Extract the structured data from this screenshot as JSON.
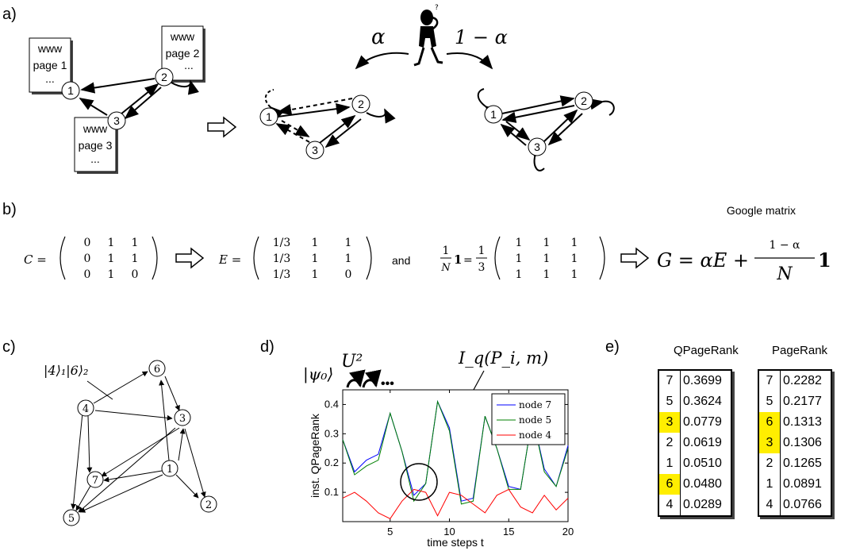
{
  "panels": {
    "a": "a)",
    "b": "b)",
    "c": "c)",
    "d": "d)",
    "e": "e)"
  },
  "panel_a": {
    "www": "www",
    "page1": "page 1",
    "page2": "page 2",
    "page3": "page 3",
    "ellipsis": "...",
    "n1": "1",
    "n2": "2",
    "n3": "3",
    "alpha": "α",
    "one_minus_alpha": "1 − α",
    "figure_icon": "thinking-person-icon"
  },
  "panel_b": {
    "google_matrix": "Google matrix",
    "C_label": "C =",
    "C": [
      [
        "0",
        "1",
        "1"
      ],
      [
        "0",
        "1",
        "1"
      ],
      [
        "0",
        "1",
        "0"
      ]
    ],
    "E_label": "E =",
    "E": [
      [
        "1/3",
        "1",
        "1"
      ],
      [
        "1/3",
        "1",
        "1"
      ],
      [
        "1/3",
        "1",
        "0"
      ]
    ],
    "and": "and",
    "frac_N_left": "1",
    "frac_N_den": "N",
    "bold_one": "1",
    "eq": "=",
    "frac3_num": "1",
    "frac3_den": "3",
    "ones": [
      [
        "1",
        "1",
        "1"
      ],
      [
        "1",
        "1",
        "1"
      ],
      [
        "1",
        "1",
        "1"
      ]
    ],
    "G_label": "G = αE +",
    "G_num": "1 − α",
    "G_den": "N",
    "G_one": "1"
  },
  "panel_c": {
    "label": "|4⟩₁|6⟩₂",
    "nodes": [
      "1",
      "2",
      "3",
      "4",
      "5",
      "6",
      "7"
    ]
  },
  "panel_d": {
    "psi": "|ψ₀⟩",
    "U2": "U²",
    "dots": "•••",
    "Iq": "I_q(P_i, m)"
  },
  "chart_data": {
    "type": "line",
    "xlabel": "time steps t",
    "ylabel": "inst. QPageRank",
    "xlim": [
      1,
      20
    ],
    "ylim": [
      0,
      0.45
    ],
    "xticks": [
      "5",
      "10",
      "15",
      "20"
    ],
    "yticks": [
      "0.1",
      "0.2",
      "0.3",
      "0.4"
    ],
    "legend_position": "top-right",
    "x": [
      1,
      2,
      3,
      4,
      5,
      6,
      7,
      8,
      9,
      10,
      11,
      12,
      13,
      14,
      15,
      16,
      17,
      18,
      19,
      20
    ],
    "series": [
      {
        "name": "node 7",
        "color": "#0000ff",
        "values": [
          0.28,
          0.17,
          0.21,
          0.23,
          0.37,
          0.24,
          0.09,
          0.13,
          0.41,
          0.32,
          0.07,
          0.08,
          0.36,
          0.25,
          0.12,
          0.11,
          0.36,
          0.18,
          0.12,
          0.26
        ]
      },
      {
        "name": "node 5",
        "color": "#008000",
        "values": [
          0.28,
          0.16,
          0.19,
          0.21,
          0.37,
          0.24,
          0.07,
          0.13,
          0.41,
          0.31,
          0.06,
          0.07,
          0.36,
          0.25,
          0.11,
          0.11,
          0.36,
          0.17,
          0.12,
          0.25
        ]
      },
      {
        "name": "node 4",
        "color": "#ff0000",
        "values": [
          0.08,
          0.1,
          0.07,
          0.03,
          0.01,
          0.07,
          0.11,
          0.1,
          0.02,
          0.1,
          0.09,
          0.06,
          0.03,
          0.09,
          0.11,
          0.05,
          0.03,
          0.09,
          0.04,
          0.08
        ]
      }
    ]
  },
  "panel_e": {
    "qpr_title": "QPageRank",
    "pr_title": "PageRank",
    "qpr": [
      {
        "rank": "7",
        "value": "0.3699",
        "hl": false
      },
      {
        "rank": "5",
        "value": "0.3624",
        "hl": false
      },
      {
        "rank": "3",
        "value": "0.0779",
        "hl": true
      },
      {
        "rank": "2",
        "value": "0.0619",
        "hl": false
      },
      {
        "rank": "1",
        "value": "0.0510",
        "hl": false
      },
      {
        "rank": "6",
        "value": "0.0480",
        "hl": true
      },
      {
        "rank": "4",
        "value": "0.0289",
        "hl": false
      }
    ],
    "pr": [
      {
        "rank": "7",
        "value": "0.2282",
        "hl": false
      },
      {
        "rank": "5",
        "value": "0.2177",
        "hl": false
      },
      {
        "rank": "6",
        "value": "0.1313",
        "hl": true
      },
      {
        "rank": "3",
        "value": "0.1306",
        "hl": true
      },
      {
        "rank": "2",
        "value": "0.1265",
        "hl": false
      },
      {
        "rank": "1",
        "value": "0.0891",
        "hl": false
      },
      {
        "rank": "4",
        "value": "0.0766",
        "hl": false
      }
    ]
  }
}
